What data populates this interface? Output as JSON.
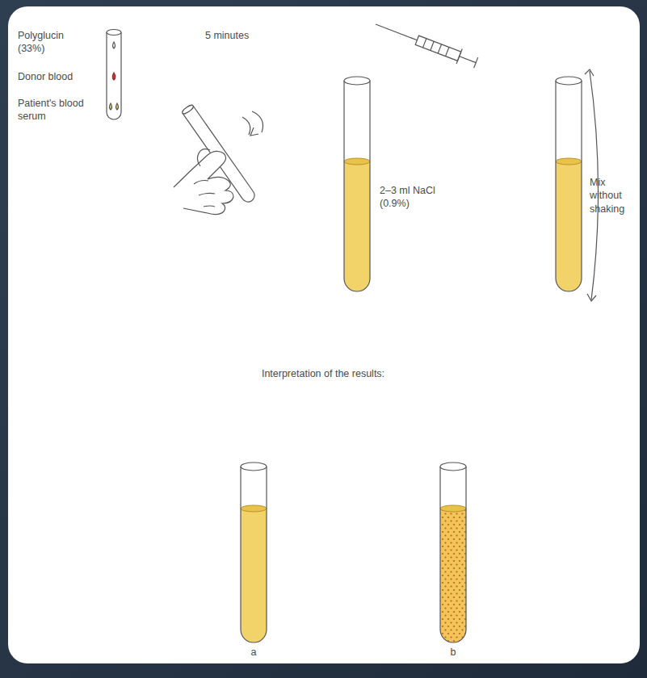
{
  "diagram": {
    "labels": [
      "Polyglucin (33%)",
      "Donor blood",
      "Patient's blood serum",
      "5 minutes",
      "2–3 ml NaCl (0.9%)",
      "Mix without shaking",
      "Interpretation of the results:",
      "a",
      "b"
    ]
  }
}
